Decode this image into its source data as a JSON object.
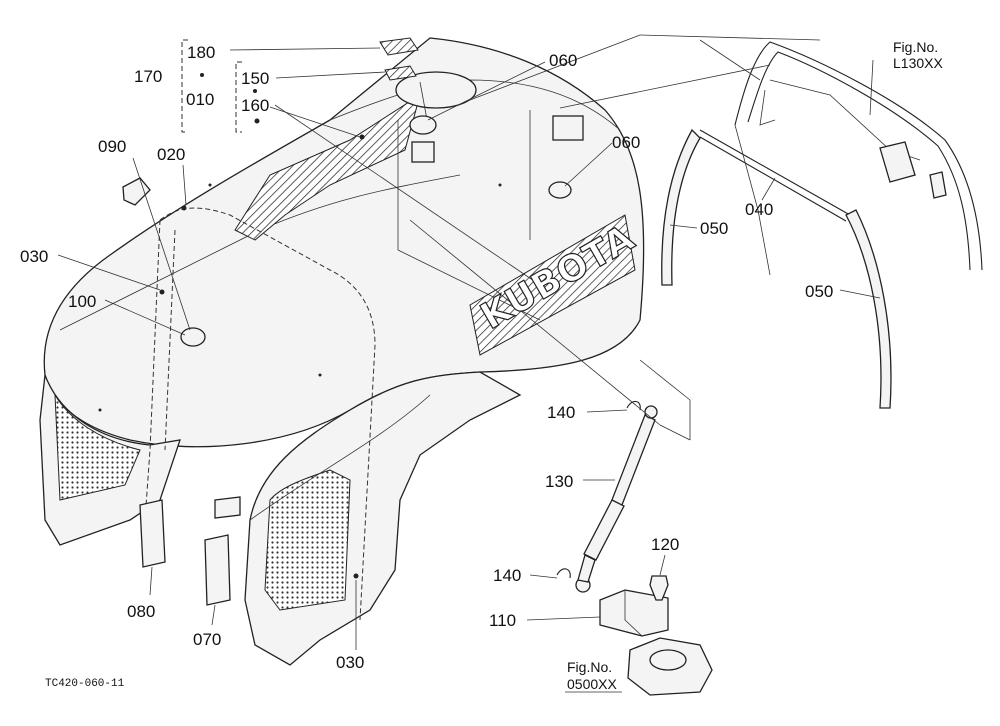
{
  "callouts": {
    "c180": "180",
    "c170": "170",
    "c150": "150",
    "c010": "010",
    "c160": "160",
    "c060a": "060",
    "c060b": "060",
    "c090": "090",
    "c020": "020",
    "c030a": "030",
    "c100": "100",
    "c040": "040",
    "c050a": "050",
    "c050b": "050",
    "c140a": "140",
    "c130": "130",
    "c120": "120",
    "c140b": "140",
    "c110": "110",
    "c080": "080",
    "c070": "070",
    "c030b": "030"
  },
  "refs": {
    "fig_top_label": "Fig.No.",
    "fig_top_code": "L130XX",
    "fig_bottom_label": "Fig.No.",
    "fig_bottom_code": "0500XX"
  },
  "decal_text": "KUBOTA",
  "drawing_code": "TC420-060-11"
}
